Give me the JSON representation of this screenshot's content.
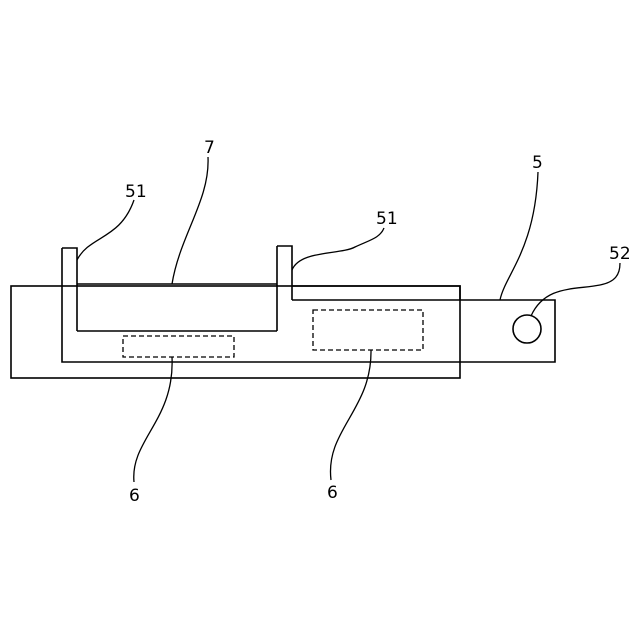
{
  "figure": {
    "labels": {
      "flange_left": "51",
      "flange_right": "51",
      "tray": "7",
      "rail": "5",
      "knob": "52",
      "module_left": "6",
      "module_right": "6"
    },
    "colors": {
      "stroke": "#000000",
      "background": "#ffffff"
    }
  }
}
